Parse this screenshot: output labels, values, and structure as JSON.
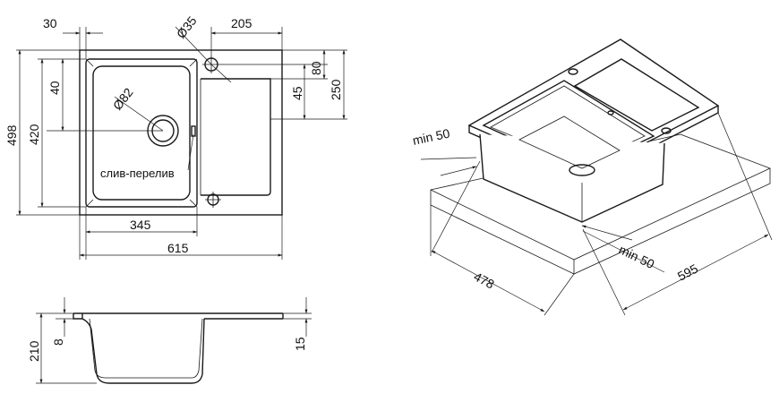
{
  "top_view": {
    "dim_top_left": "30",
    "dim_hole": "Ø35",
    "dim_top_right": "205",
    "dim_right_80": "80",
    "dim_right_45": "45",
    "dim_right_250": "250",
    "dim_left_40": "40",
    "dim_left_420": "420",
    "dim_left_498": "498",
    "dim_drain": "Ø82",
    "label_overflow": "слив-перелив",
    "dim_bowl_width": "345",
    "dim_total_width": "615"
  },
  "side_view": {
    "dim_8": "8",
    "dim_210": "210",
    "dim_15": "15"
  },
  "iso_view": {
    "dim_min50_left": "min 50",
    "dim_min50_right": "min 50",
    "dim_478": "478",
    "dim_595": "595"
  }
}
